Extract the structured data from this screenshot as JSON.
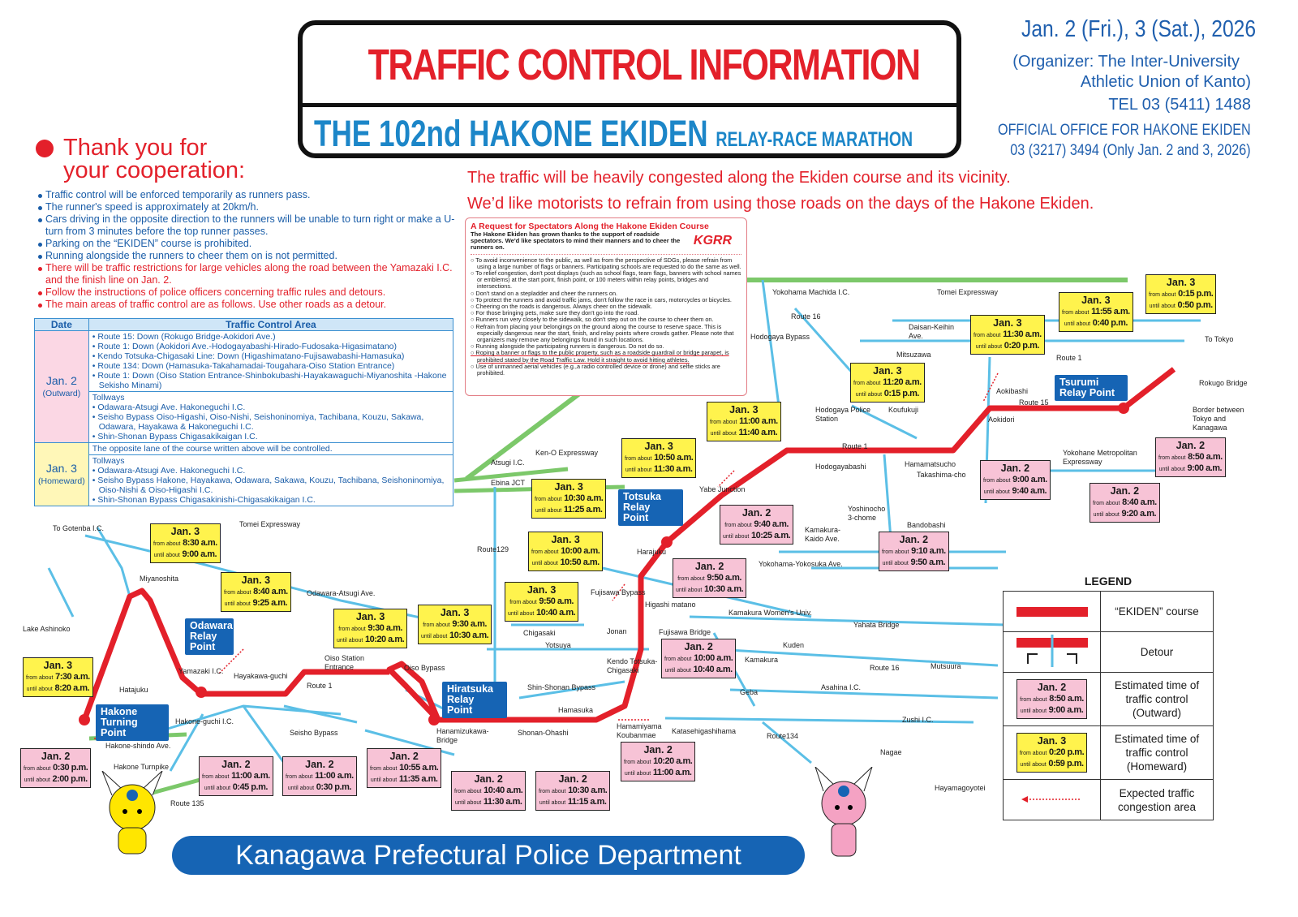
{
  "header": {
    "title": "TRAFFIC CONTROL INFORMATION",
    "subtitle_main": "THE 102nd HAKONE EKIDEN",
    "subtitle_small": "RELAY-RACE MARATHON",
    "dates": "Jan. 2 (Fri.), 3 (Sat.), 2026",
    "organizer_line1": "(Organizer: The Inter-University",
    "organizer_line2": "Athletic Union of Kanto)",
    "organizer_tel": "TEL 03 (5411) 1488",
    "office_line1": "OFFICIAL OFFICE FOR HAKONE EKIDEN",
    "office_line2": "03 (3217) 3494 (Only Jan. 2 and 3, 2026)"
  },
  "thanks": {
    "line1": "Thank you for",
    "line2": "your cooperation:",
    "bullets": [
      {
        "text": "Traffic control will be enforced temporarily as runners pass.",
        "color": "blue"
      },
      {
        "text": "The runner's speed is approximately at 20km/h.",
        "color": "blue"
      },
      {
        "text": "Cars driving in the opposite direction to the runners will be unable to turn right or make a U-turn from 3 minutes before the top runner passes.",
        "color": "blue"
      },
      {
        "text": "Parking on the “EKIDEN” course is prohibited.",
        "color": "blue"
      },
      {
        "text": "Running alongside the runners to cheer them on is not permitted.",
        "color": "blue"
      },
      {
        "text": "There will be traffic restrictions for large vehicles along the road between the Yamazaki I.C. and the finish line on Jan. 2.",
        "color": "red"
      },
      {
        "text": "Follow the instructions of police officers concerning traffic rules and detours.",
        "color": "red"
      },
      {
        "text": "The main areas of traffic control are as follows. Use other roads as a detour.",
        "color": "red"
      }
    ]
  },
  "congestion_notice": {
    "line1": "The traffic will be heavily congested along the Ekiden course and its vicinity.",
    "line2": "We’d like motorists to refrain from using those roads on the days of the Hakone Ekiden."
  },
  "control_table": {
    "headers": [
      "Date",
      "Traffic Control Area"
    ],
    "jan2": {
      "date": "Jan. 2",
      "dir": "(Outward)",
      "roads": [
        "Route 15: Down (Rokugo Bridge-Aokidori Ave.)",
        "Route 1: Down (Aokidori Ave.-Hodogayabashi-Hirado-Fudosaka-Higasimatano)",
        "Kendo Totsuka-Chigasaki Line: Down (Higashimatano-Fujisawabashi-Hamasuka)",
        "Route 134: Down (Hamasuka-Takahamadai-Tougahara-Oiso Station Entrance)",
        "Route 1: Down (Oiso Station Entrance-Shinbokubashi-Hayakawaguchi-Miyanoshita -Hakone Sekisho Minami)"
      ],
      "tollways_label": "Tollways",
      "tollways": [
        "Odawara-Atsugi Ave. Hakoneguchi I.C.",
        "Seisho Bypass Oiso-Higashi, Oiso-Nishi, Seishoninomiya, Tachibana, Kouzu, Sakawa, Odawara, Hayakawa & Hakoneguchi I.C.",
        "Shin-Shonan Bypass Chigasakikaigan I.C."
      ]
    },
    "jan3": {
      "date": "Jan. 3",
      "dir": "(Homeward)",
      "note": "The opposite lane of the course written above will be controlled.",
      "tollways_label": "Tollways",
      "tollways": [
        "Odawara-Atsugi Ave. Hakoneguchi I.C.",
        "Seisho Bypass Hakone, Hayakawa, Odawara, Sakawa, Kouzu, Tachibana, Seishoninomiya, Oiso-Nishi & Oiso-Higashi I.C.",
        "Shin-Shonan Bypass Chigasakinishi-Chigasakikaigan I.C."
      ]
    }
  },
  "spectator_request": {
    "title": "A Request for Spectators Along the Hakone Ekiden Course",
    "intro": "The Hakone Ekiden has grown thanks to the support of roadside spectators. We'd like spectators to mind their manners and to cheer the runners on.",
    "logo": "KGRR",
    "items": [
      "To avoid inconvenience to the public, as well as from the perspective of SDGs, please refrain from using a large number of flags or banners. Participating schools are requested to do the same as well.",
      "To relief congestion, don't post displays (such as school flags, team flags, banners with school names or emblems) at the start point, finish point, or 100 meters within relay points, bridges and intersections.",
      "Don't stand on a stepladder and cheer the runners on.",
      "To protect the runners and avoid traffic jams, don't follow the race in cars, motorcycles or bicycles.",
      "Cheering on the roads is dangerous. Always cheer on the sidewalk.",
      "For those bringing pets, make sure they don't go into the road.",
      "Runners run very closely to the sidewalk, so don't step out on the course to cheer them on.",
      "Refrain from placing your belongings on the ground along the course to reserve space. This is especially dangerous near the start, finish, and relay points where crowds gather. Please note that organizers may remove any belongings found in such locations.",
      "Running alongside the participating runners is dangerous. Do not do so.",
      "Roping a banner or flags to the public property, such as a roadside guardrail or bridge parapet, is prohibited stated by the Road Traffic Law. Hold it straight to avoid hitting athletes.",
      "Use of unmanned aerial vehicles (e.g.,a radio controlled device or drone) and selfie sticks are prohibited."
    ]
  },
  "map": {
    "relay_points": [
      "Tsurumi Relay Point",
      "Totsuka Relay Point",
      "Hiratsuka Relay Point",
      "Odawara Relay Point",
      "Hakone Turning Point"
    ],
    "from_label": "from about",
    "until_label": "until about",
    "callouts": [
      {
        "date": "Jan. 3",
        "from": "7:30 a.m.",
        "until": "8:20 a.m."
      },
      {
        "date": "Jan. 3",
        "from": "8:30 a.m.",
        "until": "9:00 a.m."
      },
      {
        "date": "Jan. 3",
        "from": "8:40 a.m.",
        "until": "9:25 a.m."
      },
      {
        "date": "Jan. 3",
        "from": "9:30 a.m.",
        "until": "10:20 a.m."
      },
      {
        "date": "Jan. 3",
        "from": "9:30 a.m.",
        "until": "10:30 a.m."
      },
      {
        "date": "Jan. 3",
        "from": "9:50 a.m.",
        "until": "10:40 a.m."
      },
      {
        "date": "Jan. 3",
        "from": "10:00 a.m.",
        "until": "10:50 a.m."
      },
      {
        "date": "Jan. 3",
        "from": "10:30 a.m.",
        "until": "11:25 a.m."
      },
      {
        "date": "Jan. 3",
        "from": "10:50 a.m.",
        "until": "11:30 a.m."
      },
      {
        "date": "Jan. 3",
        "from": "11:00 a.m.",
        "until": "11:40 a.m."
      },
      {
        "date": "Jan. 3",
        "from": "11:20 a.m.",
        "until": "0:15 p.m."
      },
      {
        "date": "Jan. 3",
        "from": "11:30 a.m.",
        "until": "0:20 p.m."
      },
      {
        "date": "Jan. 3",
        "from": "11:55 a.m.",
        "until": "0:40 p.m."
      },
      {
        "date": "Jan. 3",
        "from": "0:15 p.m.",
        "until": "0:50 p.m."
      },
      {
        "date": "Jan. 2",
        "from": "0:30 p.m.",
        "until": "2:00 p.m."
      },
      {
        "date": "Jan. 2",
        "from": "11:00 a.m.",
        "until": "0:45 p.m."
      },
      {
        "date": "Jan. 2",
        "from": "11:00 a.m.",
        "until": "0:30 p.m."
      },
      {
        "date": "Jan. 2",
        "from": "10:55 a.m.",
        "until": "11:35 a.m."
      },
      {
        "date": "Jan. 2",
        "from": "10:40 a.m.",
        "until": "11:30 a.m."
      },
      {
        "date": "Jan. 2",
        "from": "10:30 a.m.",
        "until": "11:15 a.m."
      },
      {
        "date": "Jan. 2",
        "from": "10:20 a.m.",
        "until": "11:00 a.m."
      },
      {
        "date": "Jan. 2",
        "from": "10:00 a.m.",
        "until": "10:40 a.m."
      },
      {
        "date": "Jan. 2",
        "from": "9:50 a.m.",
        "until": "10:30 a.m."
      },
      {
        "date": "Jan. 2",
        "from": "9:40 a.m.",
        "until": "10:25 a.m."
      },
      {
        "date": "Jan. 2",
        "from": "9:10 a.m.",
        "until": "9:50 a.m."
      },
      {
        "date": "Jan. 2",
        "from": "9:00 a.m.",
        "until": "9:40 a.m."
      },
      {
        "date": "Jan. 2",
        "from": "8:40 a.m.",
        "until": "9:20 a.m."
      },
      {
        "date": "Jan. 2",
        "from": "8:50 a.m.",
        "until": "9:00 a.m."
      }
    ],
    "labels": [
      "Yokohama Machida I.C.",
      "Tomei Expressway",
      "Route 16",
      "Hodogaya Bypass",
      "Daisan-Keihin Ave.",
      "Mitsuzawa",
      "Route 1",
      "To Tokyo",
      "Rokugo Bridge",
      "Aokibashi",
      "Route 15",
      "Aokidori",
      "Koufukuji",
      "Hodogaya Police Station",
      "Route 1",
      "Hamamatsucho",
      "Takashima-cho",
      "Yokohane Metropolitan Expressway",
      "Border between Tokyo and Kanagawa",
      "Bandobashi",
      "Yoshinocho 3-chome",
      "Kamakura-Kaido Ave.",
      "Hodogayabashi",
      "Ken-O Expressway",
      "Atsugi I.C.",
      "Ebina JCT",
      "Yabe Junction",
      "Harajuku",
      "Route129",
      "Yokohama-Yokosuka Ave.",
      "Fujisawa Bypass",
      "Higashi matano",
      "Fujisawa Bridge",
      "Kamakura Women's Univ.",
      "Jonan",
      "Chigasaki",
      "Yotsuya",
      "Kamakura",
      "Kuden",
      "Yahata Bridge",
      "Route 16",
      "Mutsuura",
      "Asahina I.C.",
      "Geba",
      "Zushi I.C.",
      "Kendo Totsuka-Chigasaki",
      "Shin-Shonan Bypass",
      "Hamasuka",
      "Hamamiyama Koubanmae",
      "Katasehigashihama",
      "Route134",
      "Nagae",
      "Hayamagoyotei",
      "Shonan-Ohashi",
      "Hanamizukawa-Bridge",
      "Oiso Bypass",
      "Oiso Station Entrance",
      "Route 1",
      "Seisho Bypass",
      "Odawara-Atsugi Ave.",
      "Tomei Expressway",
      "To Gotenba I.C.",
      "Miyanoshita",
      "Lake Ashinoko",
      "Hatajuku",
      "Yamazaki I.C.",
      "Hayakawa-guchi",
      "Hakone-guchi I.C.",
      "Hakone-shindo Ave.",
      "Hakone Turnpike",
      "Route 135"
    ]
  },
  "legend": {
    "title": "LEGEND",
    "course": "“EKIDEN” course",
    "detour": "Detour",
    "outward": "Estimated time of traffic control (Outward)",
    "outward_sample": {
      "date": "Jan. 2",
      "from": "8:50 a.m.",
      "until": "9:00 a.m."
    },
    "homeward": "Estimated time of traffic control (Homeward)",
    "homeward_sample": {
      "date": "Jan. 3",
      "from": "0:20 p.m.",
      "until": "0:59 p.m."
    },
    "congestion": "Expected traffic congestion area"
  },
  "footer": "Kanagawa Prefectural Police Department",
  "colors": {
    "red": "#e3202a",
    "blue": "#1664b4",
    "yellow": "#fff34d",
    "pink": "#f7c3d6",
    "road": "#5bbfe6",
    "expressway": "#7cc86a"
  }
}
